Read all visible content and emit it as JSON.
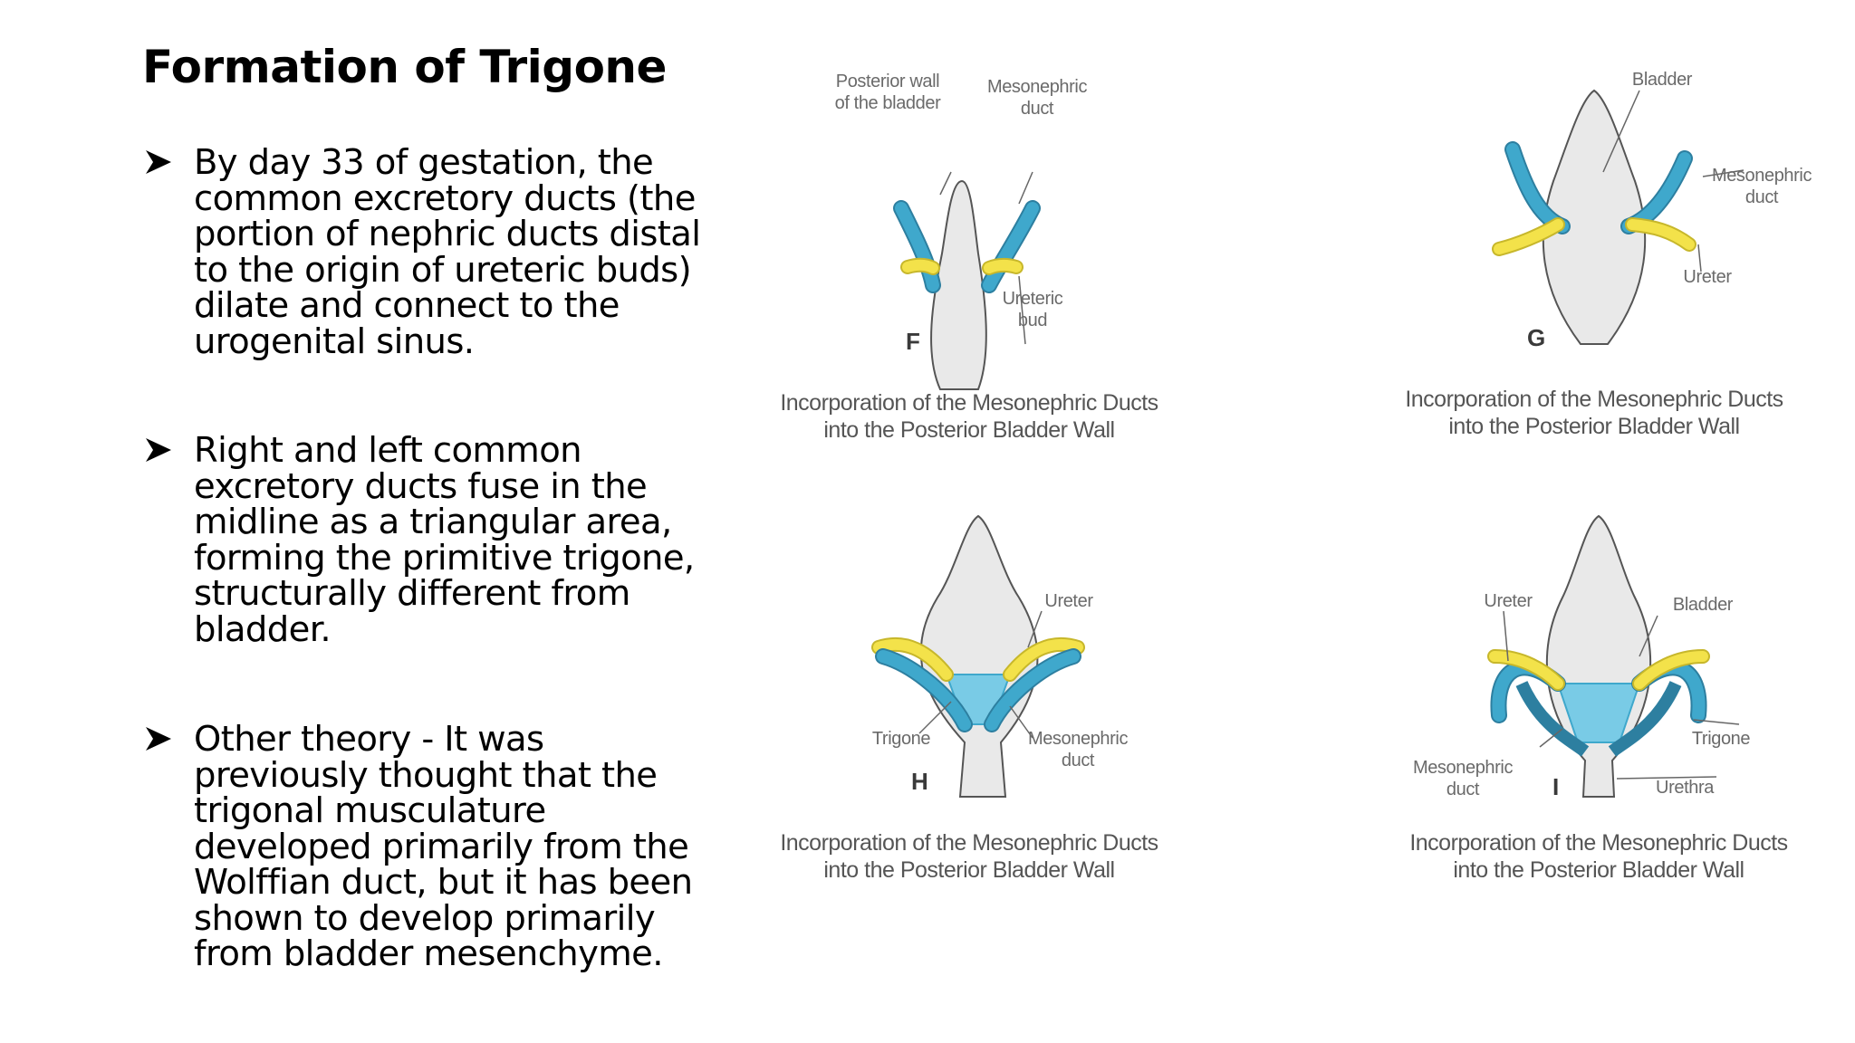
{
  "slide": {
    "title": "Formation of Trigone",
    "bullets": [
      {
        "lines": [
          "By day 33 of gestation, the",
          "common excretory ducts (the",
          "portion of nephric ducts distal",
          "to the origin of ureteric buds)",
          "dilate and connect to the",
          "urogenital sinus."
        ]
      },
      {
        "lines": [
          "Right and left common",
          "excretory ducts fuse in the",
          "midline as a triangular area,",
          "forming the primitive trigone,",
          "structurally different from",
          "bladder."
        ]
      },
      {
        "lines": [
          "Other theory - It was",
          "previously thought that the",
          "trigonal musculature",
          "developed primarily from the",
          "Wolffian duct, but it has been",
          "shown to develop primarily",
          "from bladder mesenchyme."
        ]
      }
    ]
  },
  "figures": {
    "F": {
      "letter": "F",
      "labels": {
        "posterior_wall": [
          "Posterior wall",
          "of the bladder"
        ],
        "mesonephric_duct": [
          "Mesonephric",
          "duct"
        ],
        "ureteric_bud": [
          "Ureteric",
          "bud"
        ]
      },
      "caption": [
        "Incorporation of the Mesonephric Ducts",
        "into the Posterior Bladder Wall"
      ]
    },
    "G": {
      "letter": "G",
      "labels": {
        "bladder": "Bladder",
        "mesonephric_duct": [
          "Mesonephric",
          "duct"
        ],
        "ureter": "Ureter"
      },
      "caption": [
        "Incorporation of the Mesonephric Ducts",
        "into the Posterior Bladder Wall"
      ]
    },
    "H": {
      "letter": "H",
      "labels": {
        "ureter": "Ureter",
        "trigone": "Trigone",
        "mesonephric_duct": [
          "Mesonephric",
          "duct"
        ]
      },
      "caption": [
        "Incorporation of the Mesonephric Ducts",
        "into the Posterior Bladder Wall"
      ]
    },
    "I": {
      "letter": "I",
      "labels": {
        "ureter": "Ureter",
        "bladder": "Bladder",
        "trigone": "Trigone",
        "mesonephric_duct": [
          "Mesonephric",
          "duct"
        ],
        "urethra": "Urethra"
      },
      "caption": [
        "Incorporation of the Mesonephric Ducts",
        "into the Posterior Bladder Wall"
      ]
    }
  },
  "colors": {
    "duct_blue": "#3fa8cc",
    "bud_yellow": "#f3e24a",
    "trigone_blue": "#79cbe6",
    "bladder_gray": "#e9e9e9",
    "outline": "#555555"
  }
}
